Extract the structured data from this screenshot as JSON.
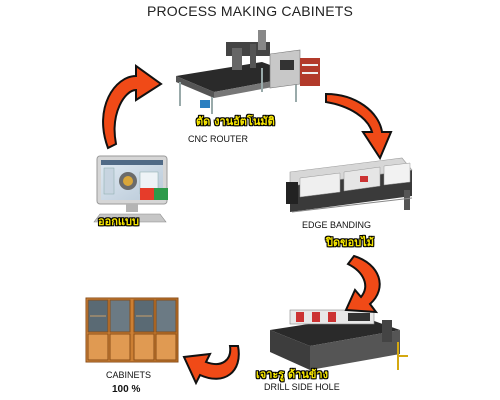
{
  "title": "PROCESS MAKING CABINETS",
  "steps": {
    "cnc": {
      "thai": "ตัด งานอัตโนมัติ",
      "label": "CNC ROUTER"
    },
    "edge": {
      "label": "EDGE BANDING",
      "thai": "ปิดขอบไม้"
    },
    "drill": {
      "thai": "เจาะรู ด้านข้าง",
      "label": "DRILL SIDE HOLE"
    },
    "cabinets": {
      "label": "CABINETS",
      "percent": "100 %"
    },
    "design": {
      "thai": "ออกแบบ"
    }
  },
  "colors": {
    "arrow_fill": "#f04a17",
    "arrow_edge": "#111111",
    "thai_text": "#f7e600"
  }
}
